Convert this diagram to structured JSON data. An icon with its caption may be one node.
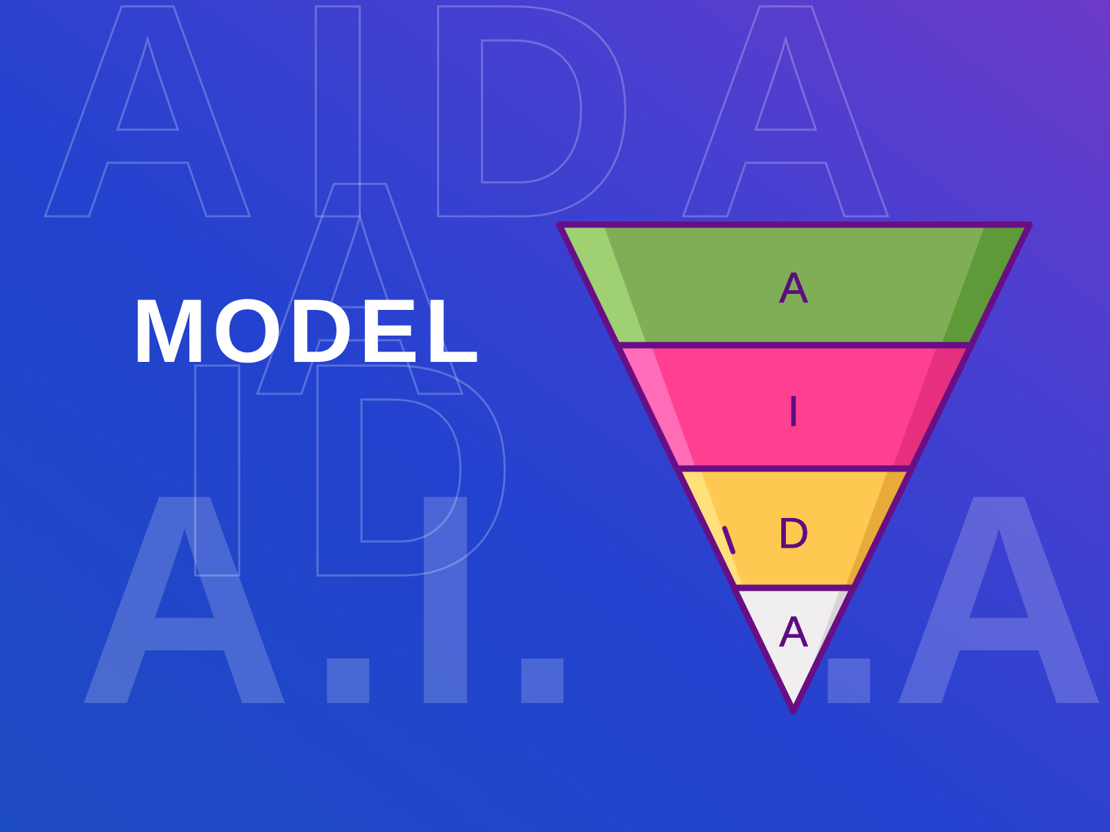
{
  "diagram": {
    "title": "MODEL",
    "nodes": [
      {
        "text": [
          "A"
        ]
      },
      {
        "text": [
          "I"
        ]
      },
      {
        "text": [
          "D"
        ]
      },
      {
        "text": [
          "A"
        ]
      }
    ],
    "labels": [
      "AIDA",
      "A",
      "ID",
      "A.I.",
      ".A"
    ]
  }
}
